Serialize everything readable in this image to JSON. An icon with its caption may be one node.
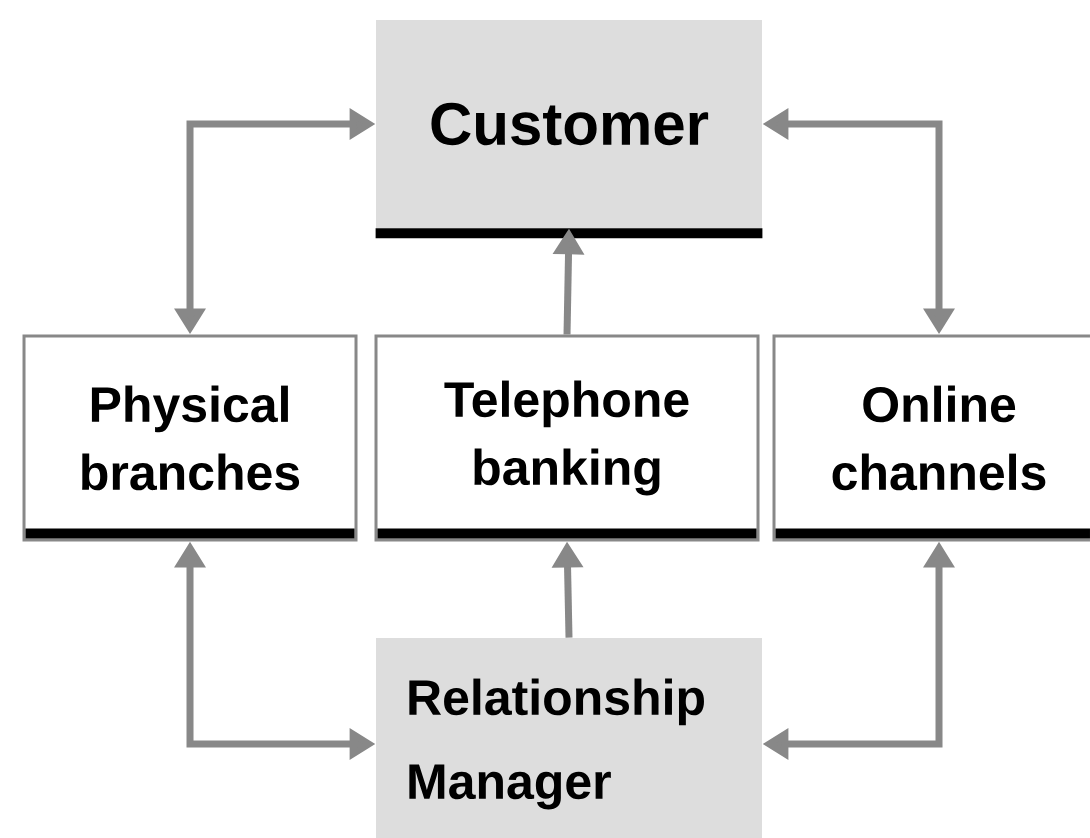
{
  "diagram": {
    "nodes": [
      {
        "text": [
          "Customer"
        ]
      },
      {
        "text": [
          "Physical branches"
        ]
      },
      {
        "text": [
          "Telephone banking"
        ]
      },
      {
        "text": [
          "Online channels"
        ]
      },
      {
        "text": [
          "Relationship Manager"
        ]
      }
    ],
    "edges": [
      {
        "from": 0,
        "to": 1,
        "arrow": "both"
      },
      {
        "from": 2,
        "to": 0,
        "arrow": "to"
      },
      {
        "from": 0,
        "to": 3,
        "arrow": "both"
      },
      {
        "from": 1,
        "to": 4,
        "arrow": "both"
      },
      {
        "from": 4,
        "to": 2,
        "arrow": "to"
      },
      {
        "from": 3,
        "to": 4,
        "arrow": "both"
      }
    ]
  }
}
